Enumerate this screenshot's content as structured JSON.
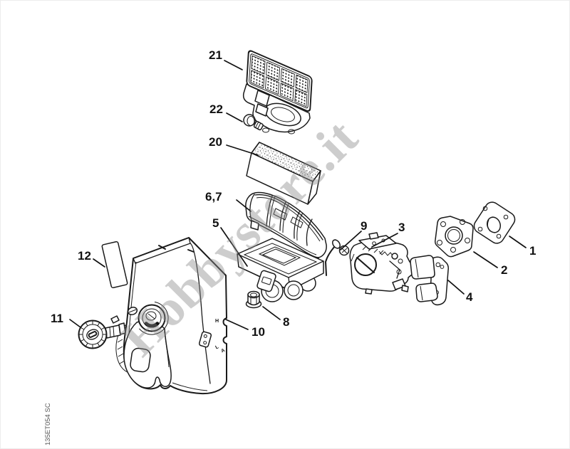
{
  "watermark": {
    "text": "Hobbystore.it"
  },
  "footer": {
    "code": "135ET054 SC"
  },
  "callouts": {
    "c21": "21",
    "c22": "22",
    "c20": "20",
    "c67": "6,7",
    "c5": "5",
    "c9": "9",
    "c3": "3",
    "c1": "1",
    "c2": "2",
    "c4": "4",
    "c8": "8",
    "c10": "10",
    "c11": "11",
    "c12": "12"
  },
  "cover_markings": {
    "h": "H",
    "l": "L",
    "a": "A"
  }
}
